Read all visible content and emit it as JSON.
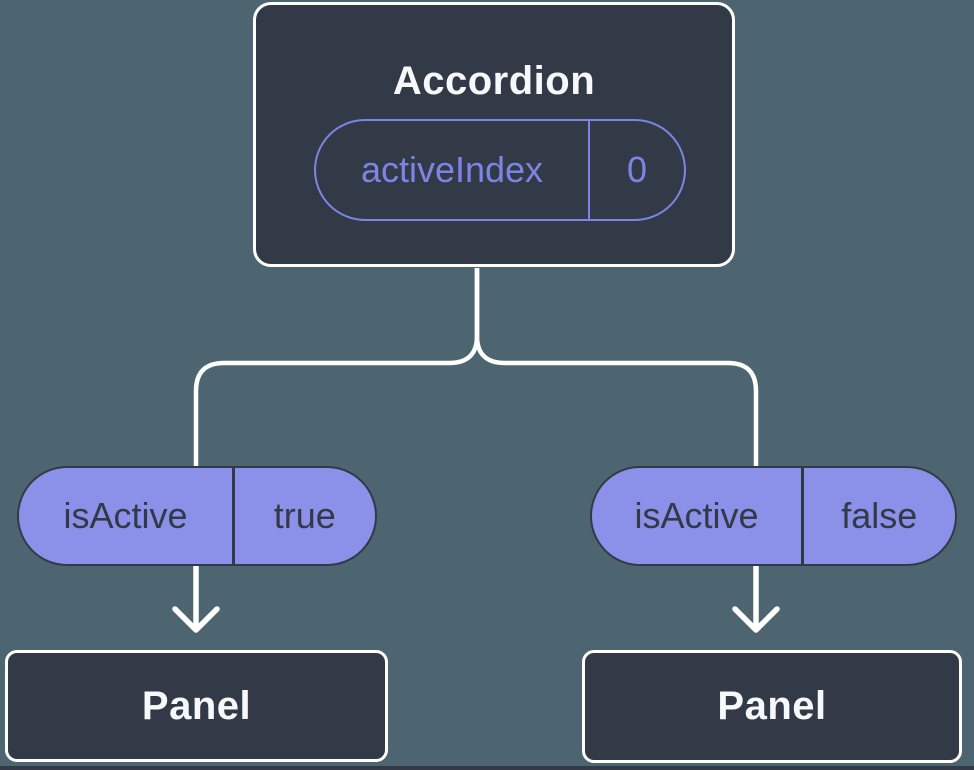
{
  "tree": {
    "root": {
      "label": "Accordion",
      "prop": {
        "name": "activeIndex",
        "value": "0"
      }
    },
    "children": [
      {
        "prop": {
          "name": "isActive",
          "value": "true"
        },
        "label": "Panel"
      },
      {
        "prop": {
          "name": "isActive",
          "value": "false"
        },
        "label": "Panel"
      }
    ]
  },
  "colors": {
    "background": "#4d6570",
    "node-fill": "#333a47",
    "node-border": "#ffffff",
    "node-text": "#f7f8fa",
    "prop-accent": "#7d84e3",
    "state-fill": "#8b90e9",
    "state-text": "#333a47",
    "connector": "#ffffff"
  }
}
